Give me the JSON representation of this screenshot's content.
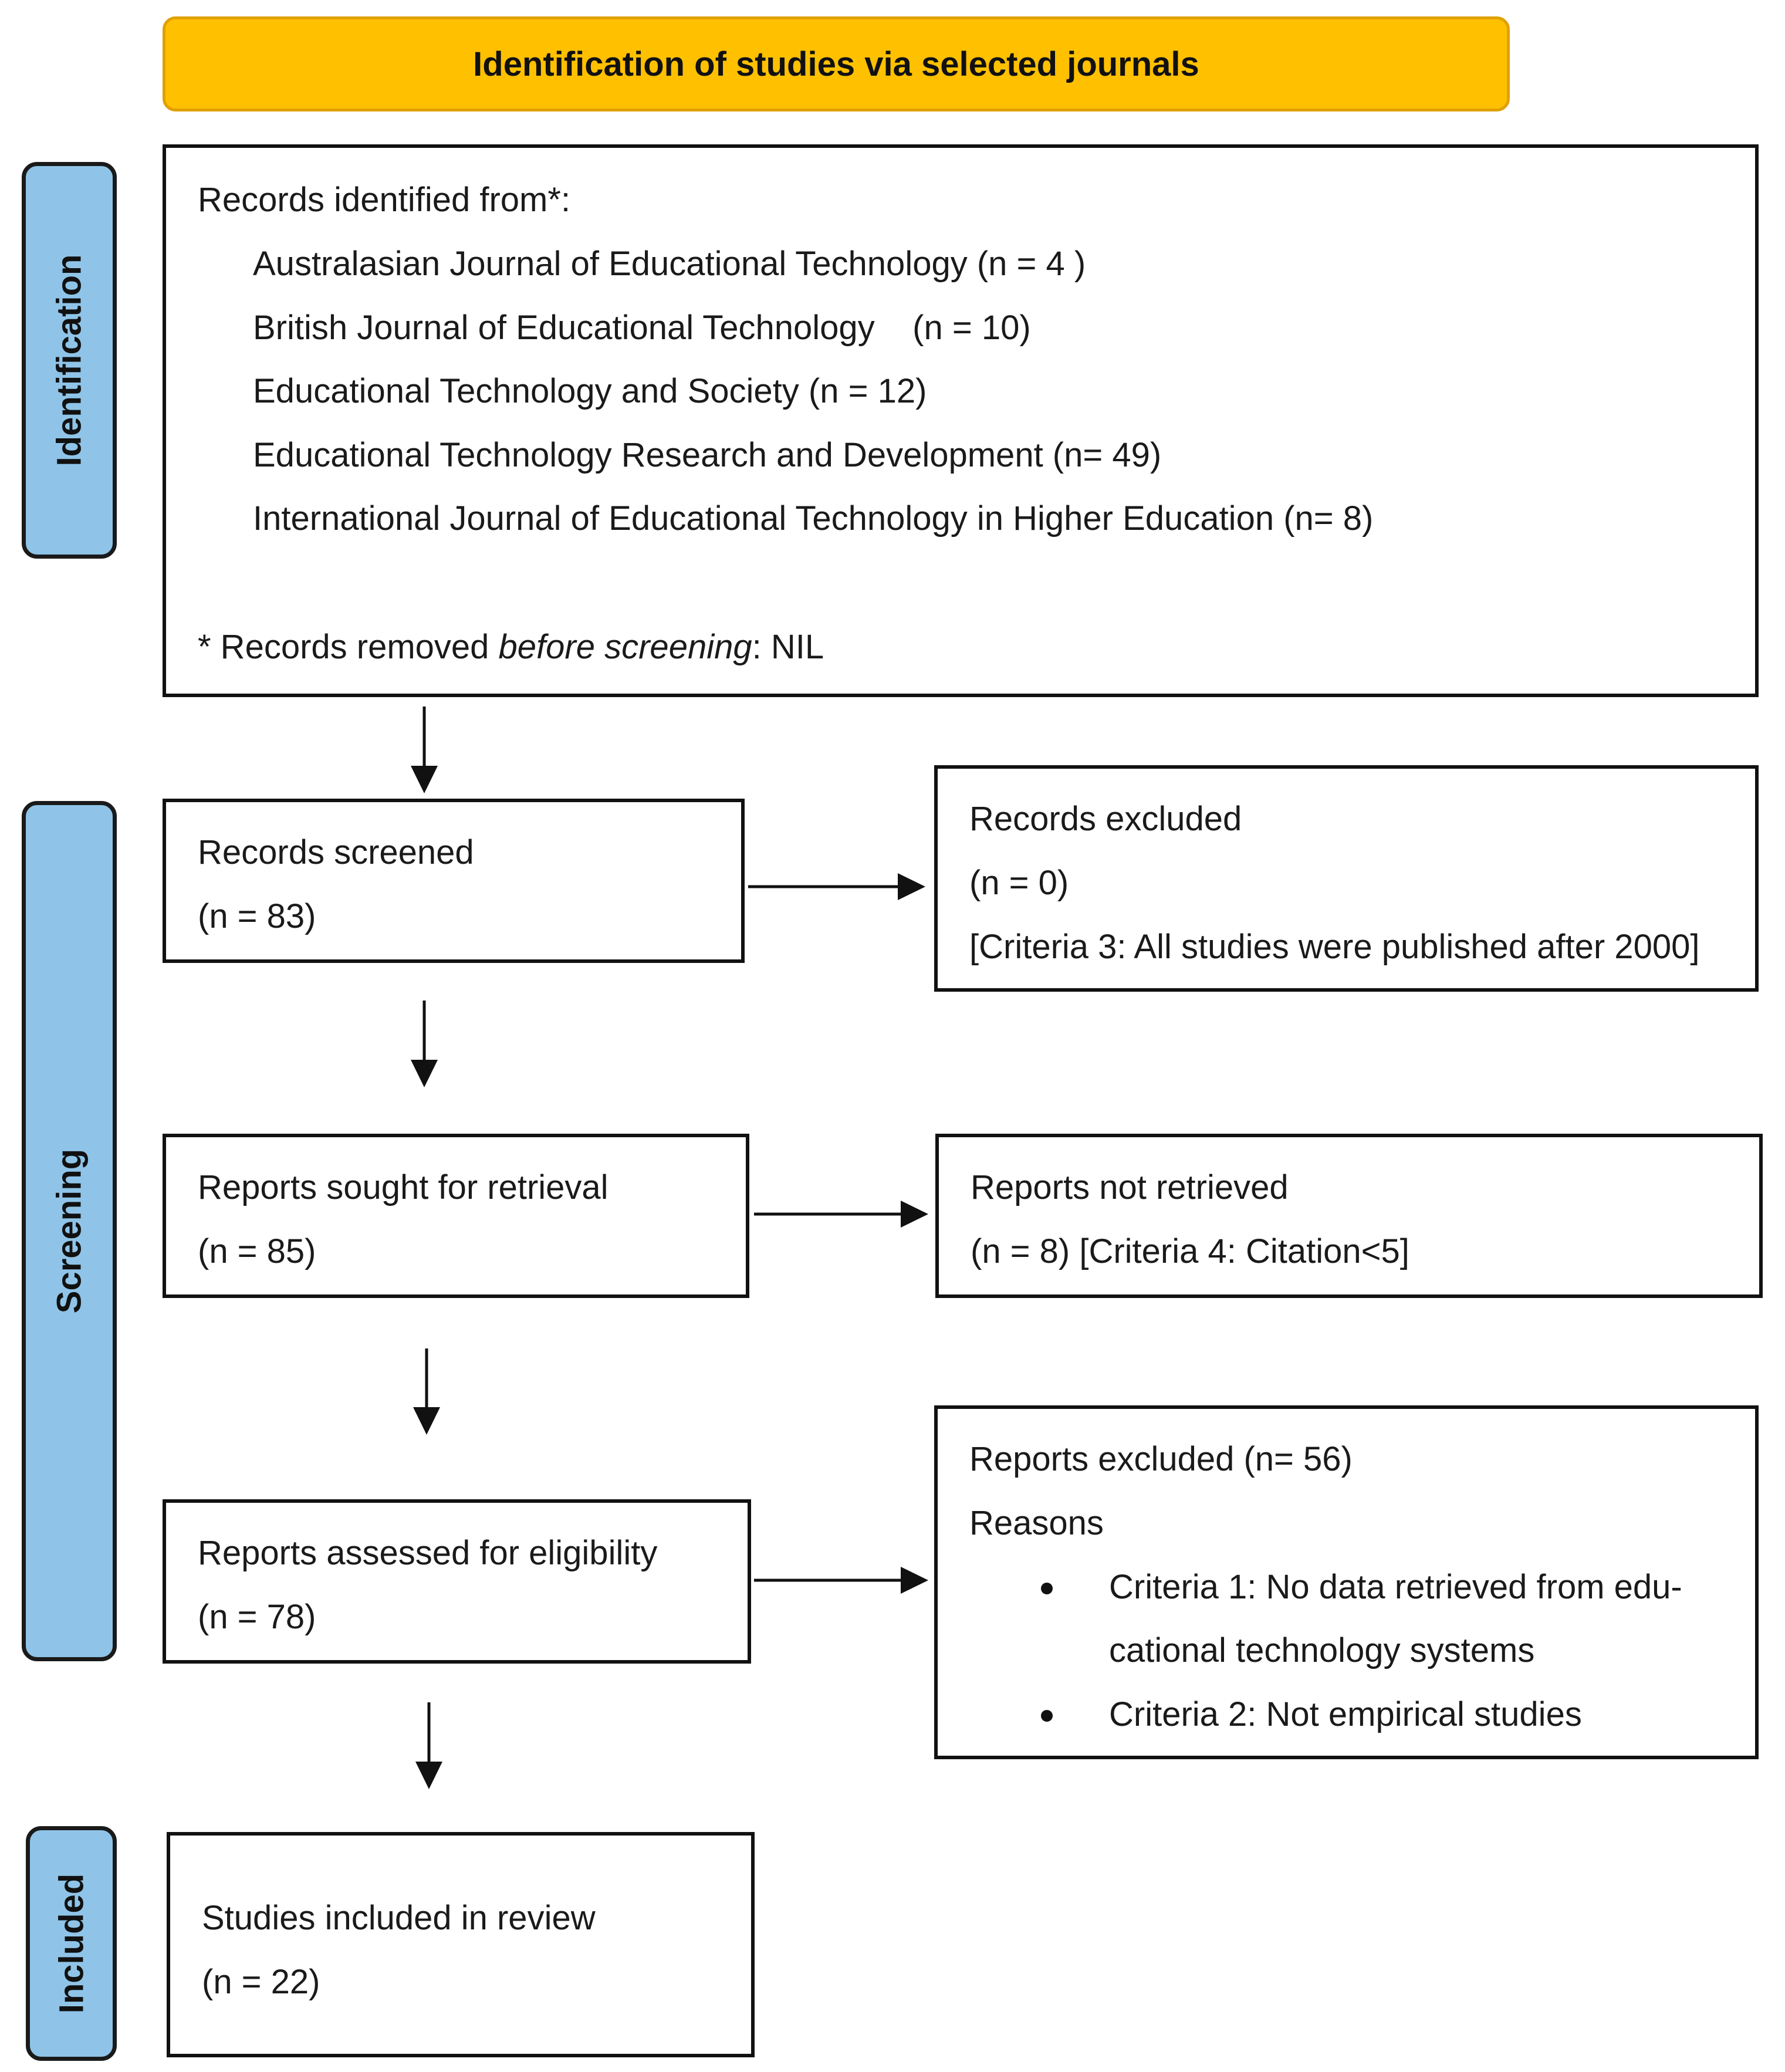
{
  "header": {
    "title": "Identification of studies via selected journals"
  },
  "phases": {
    "identification": "Identification",
    "screening": "Screening",
    "included": "Included"
  },
  "identified": {
    "title": "Records identified from*:",
    "journals": [
      "Australasian Journal of Educational Technology (n = 4 )",
      "British Journal of Educational Technology    (n = 10)",
      "Educational Technology and Society (n = 12)",
      "Educational Technology Research and Development (n= 49)",
      "International Journal of Educational Technology in Higher Education (n= 8)"
    ],
    "removed_prefix": "* Records removed ",
    "removed_italic": "before screening",
    "removed_suffix": ": NIL"
  },
  "screened": {
    "title": "Records screened",
    "count": "(n = 83)"
  },
  "excluded_records": {
    "title": "Records excluded",
    "count": "(n = 0)",
    "criteria": "[Criteria 3: All studies were published after 2000]"
  },
  "sought": {
    "title": "Reports sought for retrieval",
    "count": "(n = 85)"
  },
  "not_retrieved": {
    "title": "Reports not retrieved",
    "detail": "(n = 8) [Criteria 4: Citation<5]"
  },
  "assessed": {
    "title": "Reports assessed for eligibility",
    "count": "(n = 78)"
  },
  "excluded_reports": {
    "title": "Reports excluded (n= 56)",
    "reasons_label": "Reasons",
    "reason1_line1": "Criteria 1: No data retrieved from edu-",
    "reason1_line2": "cational technology systems",
    "reason2": "Criteria 2: Not empirical studies"
  },
  "included": {
    "title": "Studies included in review",
    "count": "(n = 22)"
  }
}
